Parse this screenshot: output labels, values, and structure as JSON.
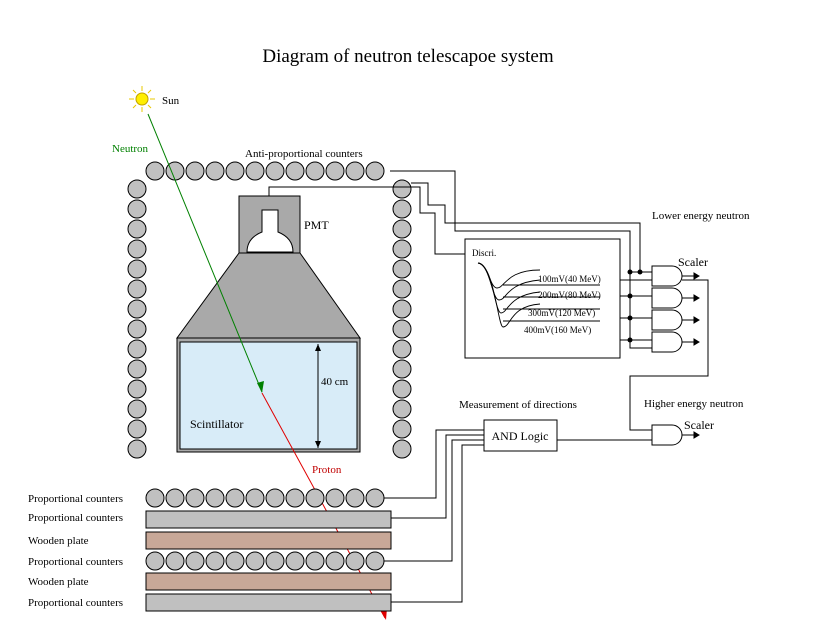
{
  "title": "Diagram of  neutron telescapoe system",
  "labels": {
    "sun": "Sun",
    "neutron": "Neutron",
    "proton": "Proton",
    "anti_counters": "Anti-proportional counters",
    "pmt": "PMT",
    "scintillator": "Scintillator",
    "dimension": "40 cm",
    "lower_energy": "Lower energy neutron",
    "higher_energy": "Higher energy neutron",
    "scaler_top": "Scaler",
    "scaler_bottom": "Scaler",
    "measurement": "Measurement of directions",
    "and_logic": "AND Logic",
    "discri": "Discri."
  },
  "thresholds": [
    "100mV(40 MeV)",
    "200mV(80 MeV)",
    "300mV(120 MeV)",
    "400mV(160 MeV)"
  ],
  "layers": [
    "Proportional counters",
    "Proportional counters",
    "Wooden plate",
    "Proportional counters",
    "Wooden plate",
    "Proportional counters"
  ],
  "colors": {
    "sun": "#ffee00",
    "neutron_track": "#008000",
    "proton_track": "#e00000",
    "scintillator": "#d8ecf8",
    "housing": "#a9a9a9",
    "tube": "#c0c0c0",
    "wooden_plate": "#c8a898",
    "counter_plate": "#c0c0c0"
  }
}
